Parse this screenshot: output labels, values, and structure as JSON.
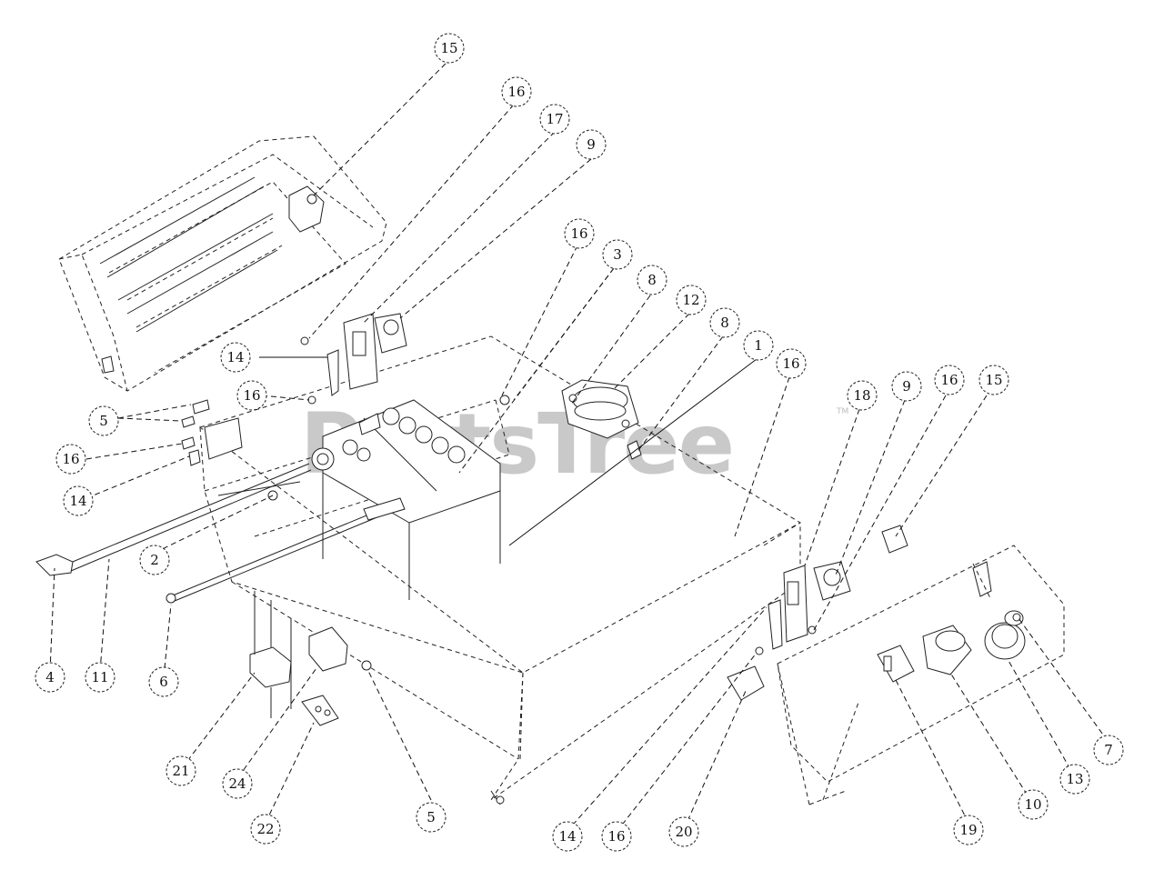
{
  "watermark": {
    "text": "PartsTree",
    "trademark": "TM"
  },
  "callouts": [
    {
      "label": "15"
    },
    {
      "label": "16"
    },
    {
      "label": "17"
    },
    {
      "label": "9"
    },
    {
      "label": "16"
    },
    {
      "label": "3"
    },
    {
      "label": "8"
    },
    {
      "label": "12"
    },
    {
      "label": "8"
    },
    {
      "label": "1"
    },
    {
      "label": "16"
    },
    {
      "label": "18"
    },
    {
      "label": "9"
    },
    {
      "label": "16"
    },
    {
      "label": "15"
    },
    {
      "label": "14"
    },
    {
      "label": "16"
    },
    {
      "label": "5"
    },
    {
      "label": "16"
    },
    {
      "label": "14"
    },
    {
      "label": "2"
    },
    {
      "label": "4"
    },
    {
      "label": "11"
    },
    {
      "label": "6"
    },
    {
      "label": "21"
    },
    {
      "label": "24"
    },
    {
      "label": "22"
    },
    {
      "label": "5"
    },
    {
      "label": "14"
    },
    {
      "label": "16"
    },
    {
      "label": "20"
    },
    {
      "label": "19"
    },
    {
      "label": "10"
    },
    {
      "label": "13"
    },
    {
      "label": "7"
    }
  ]
}
